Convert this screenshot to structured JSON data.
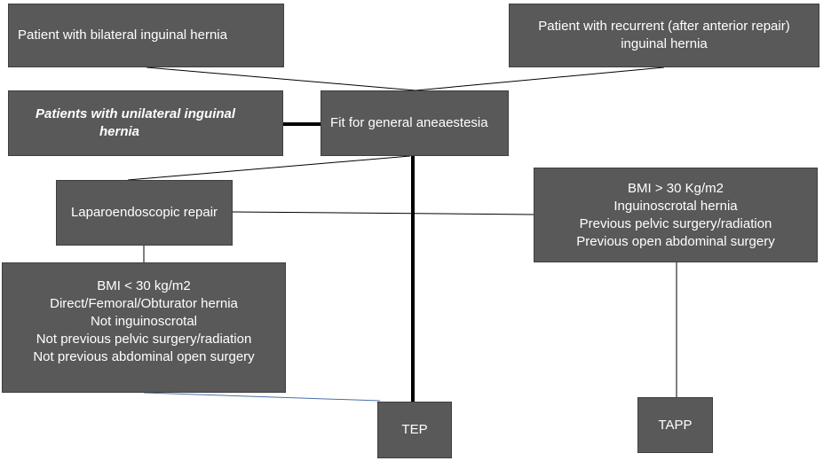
{
  "boxes": {
    "bilateral": "Patient with bilateral inguinal hernia",
    "recurrent": [
      "Patient with recurrent (after anterior repair)",
      "inguinal hernia"
    ],
    "unilateral": [
      "Patients with unilateral inguinal",
      "hernia"
    ],
    "fit": "Fit for general aneaestesia",
    "laparo": "Laparoendoscopic repair",
    "tep_criteria": [
      "BMI < 30 kg/m2",
      "Direct/Femoral/Obturator hernia",
      "Not inguinoscrotal",
      "Not previous pelvic surgery/radiation",
      "Not previous abdominal open surgery"
    ],
    "tapp_criteria": [
      "BMI > 30 Kg/m2",
      "Inguinoscrotal hernia",
      "Previous pelvic surgery/radiation",
      "Previous open abdominal surgery"
    ],
    "tep": "TEP",
    "tapp": "TAPP"
  },
  "colors": {
    "box_fill": "#595959",
    "line": "#000000",
    "highlight_line": "#4a6fa5"
  }
}
